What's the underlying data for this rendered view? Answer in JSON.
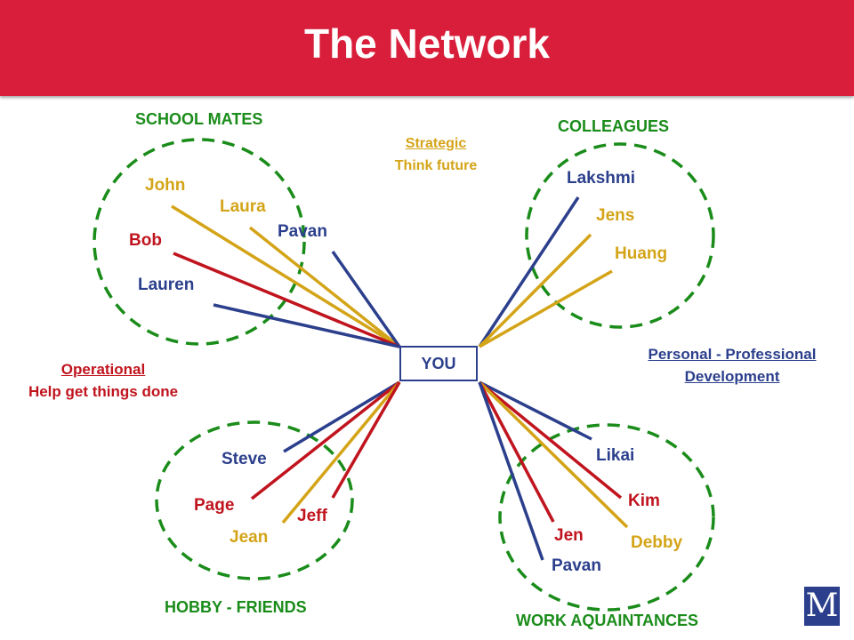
{
  "header": {
    "title": "The Network"
  },
  "center": {
    "label": "YOU"
  },
  "colors": {
    "blue": "#2b3f8c",
    "gold": "#d4a418",
    "red": "#c0141e",
    "green": "#1a8c1a",
    "header": "#d81e3a"
  },
  "groups": {
    "school": {
      "title": "SCHOOL MATES",
      "members": [
        {
          "name": "John",
          "color": "gold"
        },
        {
          "name": "Laura",
          "color": "gold"
        },
        {
          "name": "Pavan",
          "color": "blue"
        },
        {
          "name": "Bob",
          "color": "red"
        },
        {
          "name": "Lauren",
          "color": "blue"
        }
      ]
    },
    "colleagues": {
      "title": "COLLEAGUES",
      "members": [
        {
          "name": "Lakshmi",
          "color": "blue"
        },
        {
          "name": "Jens",
          "color": "gold"
        },
        {
          "name": "Huang",
          "color": "gold"
        }
      ]
    },
    "hobby": {
      "title": "HOBBY - FRIENDS",
      "members": [
        {
          "name": "Steve",
          "color": "blue"
        },
        {
          "name": "Page",
          "color": "red"
        },
        {
          "name": "Jeff",
          "color": "gold"
        },
        {
          "name": "Jean",
          "color": "gold"
        }
      ]
    },
    "work": {
      "title": "WORK AQUAINTANCES",
      "members": [
        {
          "name": "Likai",
          "color": "blue"
        },
        {
          "name": "Kim",
          "color": "red"
        },
        {
          "name": "Jen",
          "color": "red"
        },
        {
          "name": "Debby",
          "color": "gold"
        },
        {
          "name": "Pavan",
          "color": "blue"
        }
      ]
    }
  },
  "notes": {
    "strategic": {
      "heading": "Strategic",
      "text": "Think future"
    },
    "operational": {
      "heading": "Operational",
      "text": "Help get things done"
    },
    "personal": {
      "heading": "Personal - Professional",
      "text": "Development"
    }
  },
  "logo": {
    "letter": "M"
  }
}
